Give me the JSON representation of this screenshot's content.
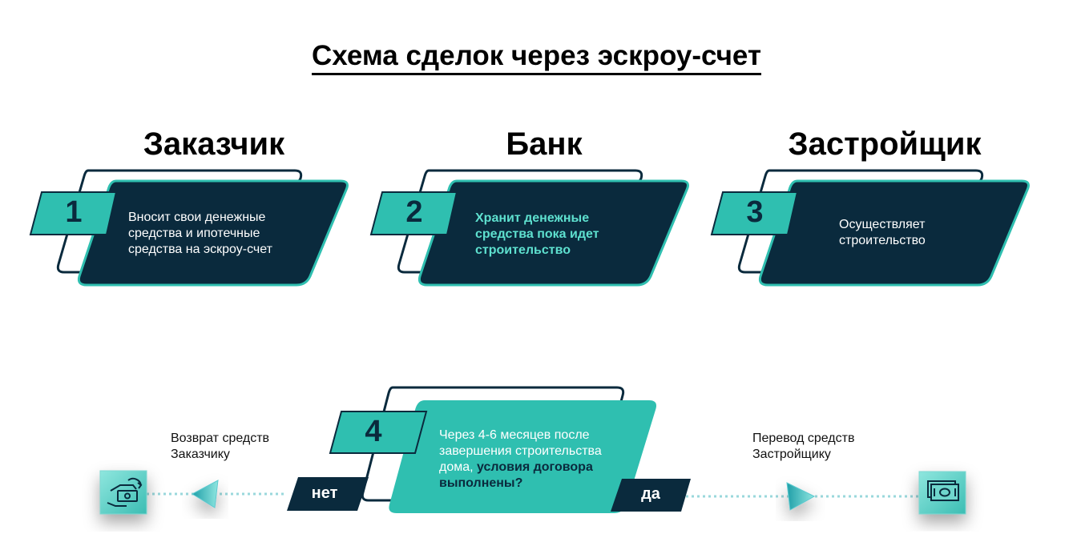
{
  "title": "Схема сделок через эскроу-счет",
  "roles": {
    "customer": "Заказчик",
    "bank": "Банк",
    "developer": "Застройщик"
  },
  "steps": [
    {
      "number": "1",
      "text_lines": [
        "Вносит свои денежные",
        "средства и ипотечные",
        "средства на эскроу-счет"
      ]
    },
    {
      "number": "2",
      "text_lines": [
        "Хранит денежные",
        "средства пока идет",
        "строительство"
      ]
    },
    {
      "number": "3",
      "text_lines": [
        "Осуществляет",
        "строительство"
      ]
    },
    {
      "number": "4",
      "text_lines": [
        "Через 4-6 месяцев после",
        "завершения строительства"
      ],
      "text_line3_plain": "дома, ",
      "text_line3_bold": "условия договора",
      "text_line4_bold": "выполнены?"
    }
  ],
  "branches": {
    "no": {
      "label": "нет",
      "note_lines": [
        "Возврат средств",
        "Заказчику"
      ],
      "icon": "refund-money-icon"
    },
    "yes": {
      "label": "да",
      "note_lines": [
        "Перевод средств",
        "Застройщику"
      ],
      "icon": "banknotes-icon"
    }
  },
  "colors": {
    "dark": "#0a2a3d",
    "teal": "#2fbfb0",
    "teal_text": "#5ee0cf",
    "icon_bg": "#4ecdc4"
  }
}
